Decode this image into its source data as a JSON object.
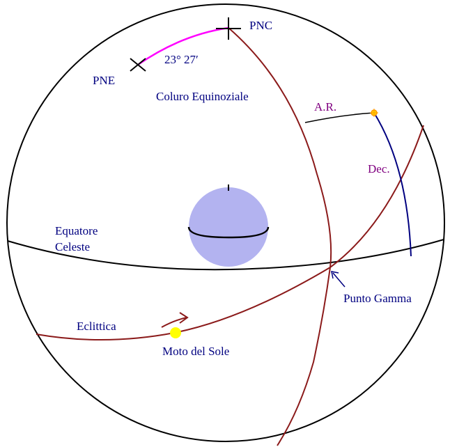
{
  "labels": {
    "pnc": "PNC",
    "pne": "PNE",
    "obliquity": "23° 27′",
    "equinoctial_colure": "Coluro Equinoziale",
    "right_ascension": "A.R.",
    "declination": "Dec.",
    "celestial_equator_line1": "Equatore",
    "celestial_equator_line2": "Celeste",
    "gamma_point": "Punto Gamma",
    "ecliptic": "Eclittica",
    "sun_motion": "Moto del Sole"
  },
  "colors": {
    "outline": "#000000",
    "label_blue": "#000080",
    "label_purple": "#800080",
    "colure": "#8b1a1a",
    "ecliptic": "#8b1a1a",
    "obliquity_arc": "#ff00ff",
    "declination_arc": "#000080",
    "earth": "#b3b3f0",
    "sun": "#ffff00",
    "star": "#ffd700"
  }
}
